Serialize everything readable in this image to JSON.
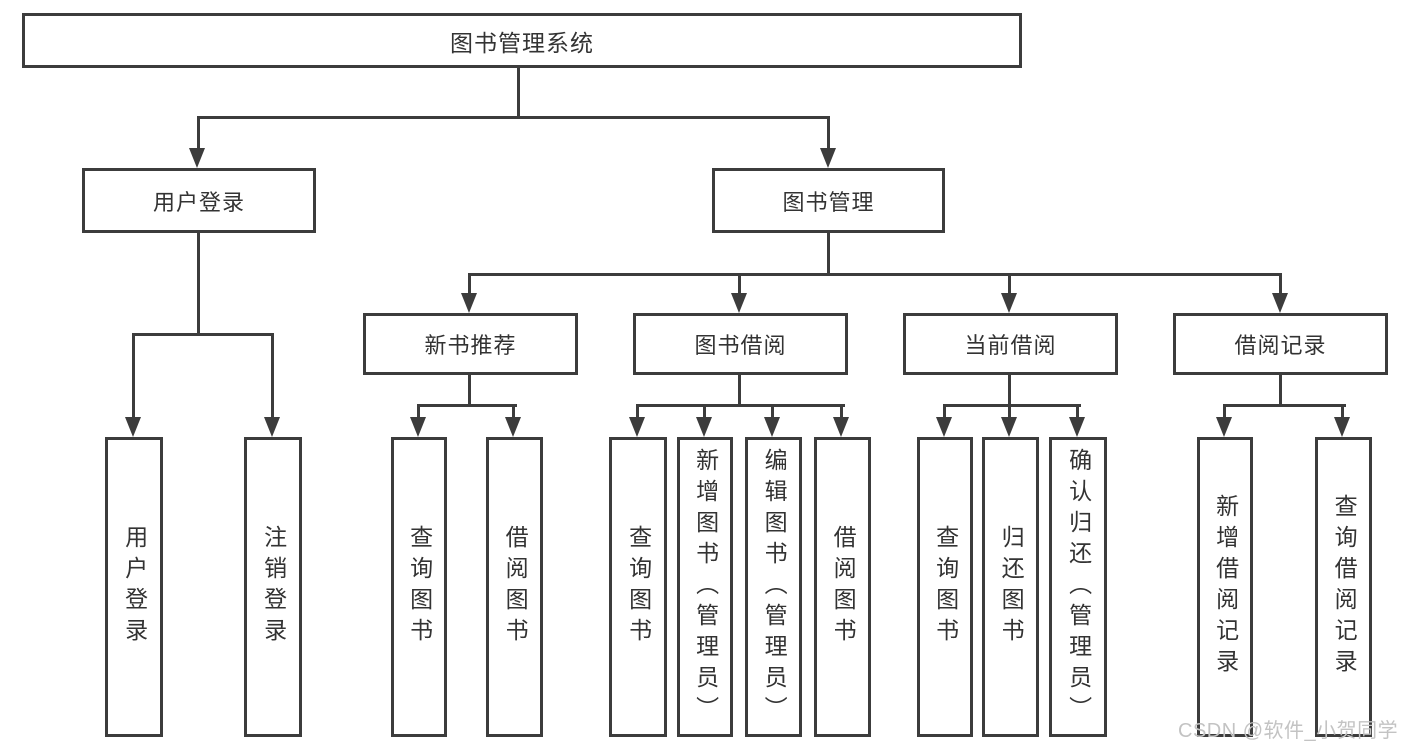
{
  "tree": {
    "label": "图书管理系统",
    "children": [
      {
        "label": "用户登录",
        "children": [
          {
            "label": "用户登录"
          },
          {
            "label": "注销登录"
          }
        ]
      },
      {
        "label": "图书管理",
        "children": [
          {
            "label": "新书推荐",
            "children": [
              {
                "label": "查询图书"
              },
              {
                "label": "借阅图书"
              }
            ]
          },
          {
            "label": "图书借阅",
            "children": [
              {
                "label": "查询图书"
              },
              {
                "label": "新增图书（管理员）"
              },
              {
                "label": "编辑图书（管理员）"
              },
              {
                "label": "借阅图书"
              }
            ]
          },
          {
            "label": "当前借阅",
            "children": [
              {
                "label": "查询图书"
              },
              {
                "label": "归还图书"
              },
              {
                "label": "确认归还（管理员）"
              }
            ]
          },
          {
            "label": "借阅记录",
            "children": [
              {
                "label": "新增借阅记录"
              },
              {
                "label": "查询借阅记录"
              }
            ]
          }
        ]
      }
    ]
  },
  "watermark": "CSDN @软件_小贺同学",
  "colors": {
    "line": "#3c3c3c",
    "text": "#333333",
    "watermark": "#c3c3c3",
    "background": "#ffffff"
  }
}
